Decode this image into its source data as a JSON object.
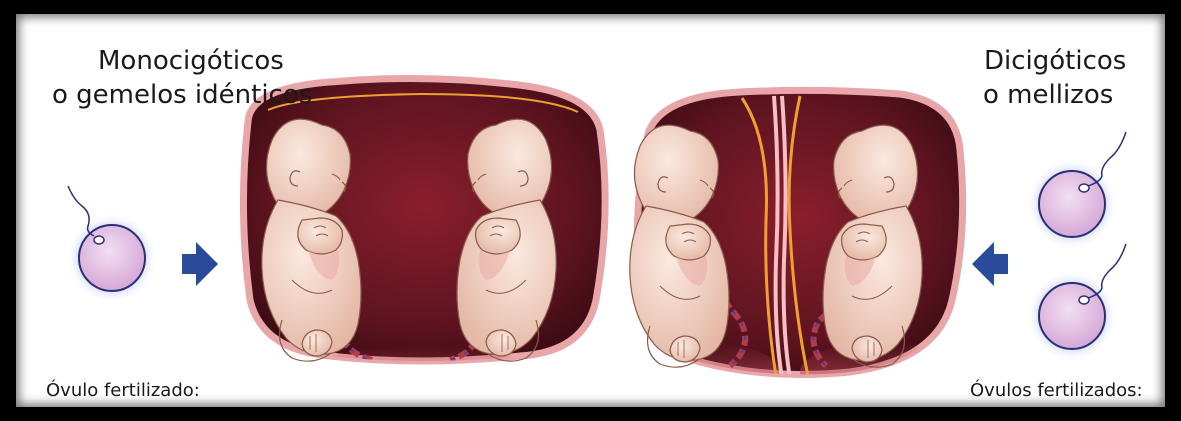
{
  "left_title_line1": "Monocigóticos",
  "left_title_line2": "o gemelos idénticos",
  "right_title_line1": "Dicigóticos",
  "right_title_line2": "o mellizos",
  "left_caption": "Óvulo fertilizado:",
  "right_caption": "Óvulos fertilizados:",
  "colors": {
    "uterus_dark": "#5e1420",
    "uterus_rim": "#e8a6a9",
    "membrane": "#f0a030",
    "fetus_skin": "#f3d5c7",
    "cord_red": "#b23a4b",
    "cord_blue": "#3a4aa0",
    "egg_fill": "#e2bfe2",
    "egg_halo": "#b7c5ec",
    "arrow_blue": "#2a4a9a"
  },
  "icons": [
    "arrow-right-icon",
    "arrow-left-icon",
    "sperm-icon",
    "egg-cell-icon",
    "fetus-icon",
    "uterus-icon"
  ]
}
